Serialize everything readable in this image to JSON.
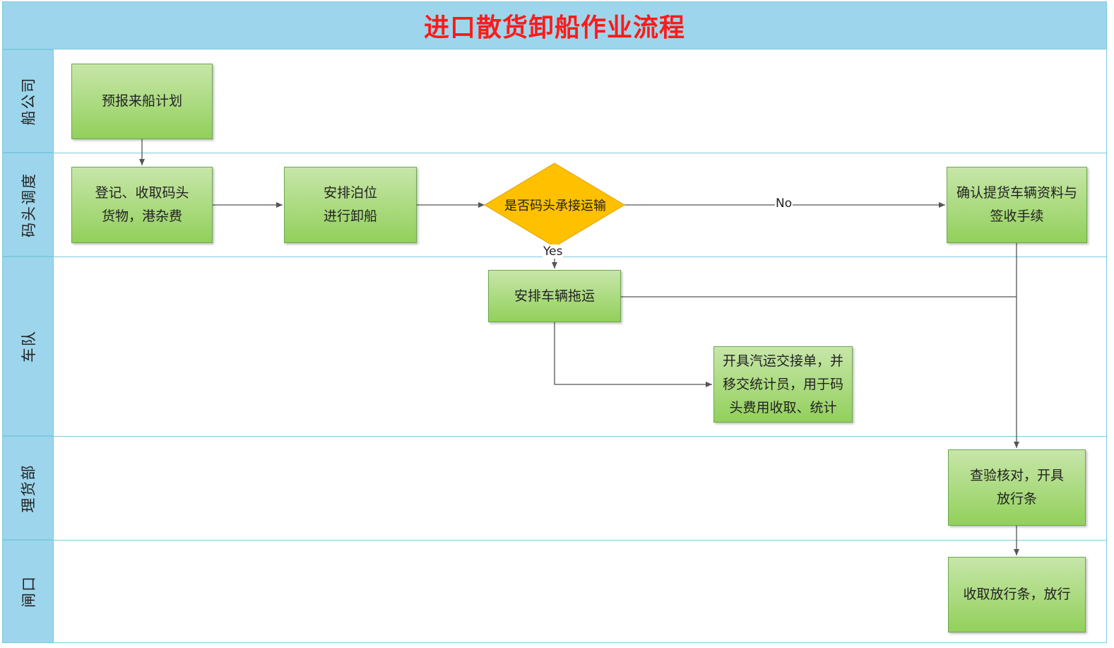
{
  "title": "进口散货卸船作业流程",
  "lanes": [
    "船公司",
    "码头调度",
    "车队",
    "理货部",
    "闸口"
  ],
  "nodes": {
    "forecast_plan": "预报来船计划",
    "register_fees": "登记、收取码头\n货物，港杂费",
    "arrange_berth": "安排泊位\n进行卸船",
    "decision": "是否码头承接运输",
    "confirm_vehicle": "确认提货车辆资料与\n签收手续",
    "arrange_vehicle": "安排车辆拖运",
    "issue_slip": "开具汽运交接单，并\n移交统计员，用于码\n头费用收取、统计",
    "inspect": "查验核对，开具\n放行条",
    "collect_release": "收取放行条，放行"
  },
  "edge_labels": {
    "no": "No",
    "yes": "Yes"
  },
  "colors": {
    "header": "#9dd6ec",
    "title": "#ff1a1a",
    "box_top": "#c7e6a9",
    "box_bottom": "#92d05b",
    "diamond": "#ffc000",
    "line": "#555555"
  }
}
